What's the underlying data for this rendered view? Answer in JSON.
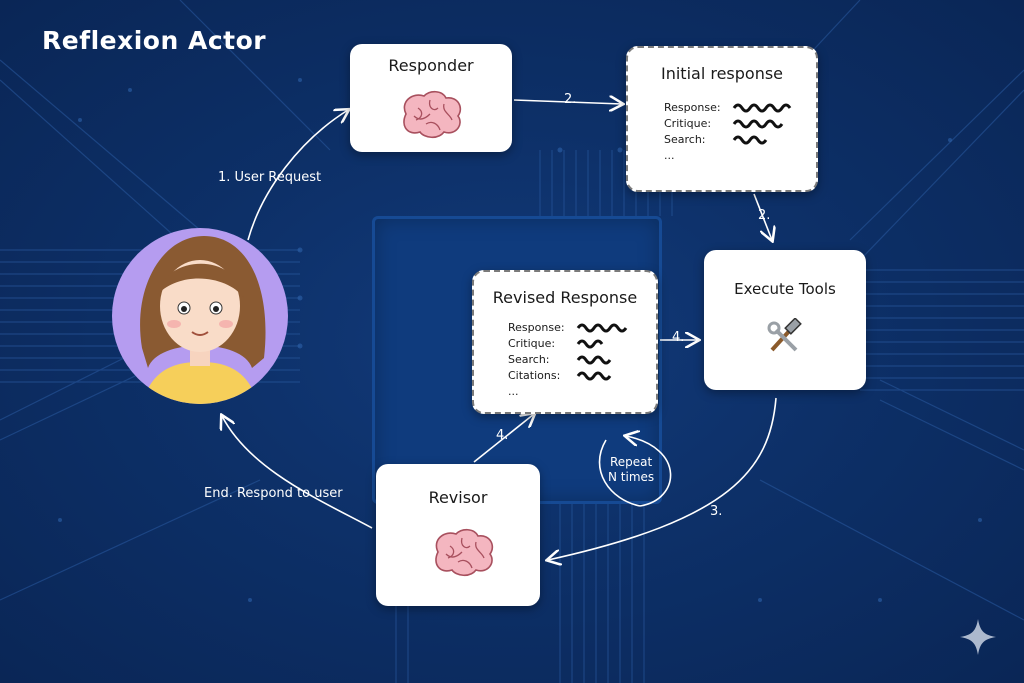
{
  "title": "Reflexion Actor",
  "nodes": {
    "responder": {
      "title": "Responder"
    },
    "initial_response": {
      "title": "Initial response",
      "rows": [
        "Response:",
        "Critique:",
        "Search:"
      ],
      "ellipsis": "..."
    },
    "execute_tools": {
      "title": "Execute Tools"
    },
    "revised_response": {
      "title": "Revised Response",
      "rows": [
        "Response:",
        "Critique:",
        "Search:",
        "Citations:"
      ],
      "ellipsis": "..."
    },
    "revisor": {
      "title": "Revisor"
    }
  },
  "edges": {
    "user_request": "1. User Request",
    "step2a": "2.",
    "step2b": "2.",
    "step3": "3.",
    "step4a": "4.",
    "step4b": "4.",
    "respond": "End. Respond to user",
    "repeat_line1": "Repeat",
    "repeat_line2": "N times"
  },
  "icons": {
    "responder": "brain-icon",
    "revisor": "brain-icon",
    "execute_tools": "hammer-wrench-icon",
    "user": "user-avatar",
    "corner": "sparkle-icon"
  },
  "colors": {
    "background": "#0d3068",
    "card": "#ffffff",
    "brain": "#f4b6c0",
    "avatar_bg": "#b59cf0",
    "hair": "#8a5a32"
  }
}
